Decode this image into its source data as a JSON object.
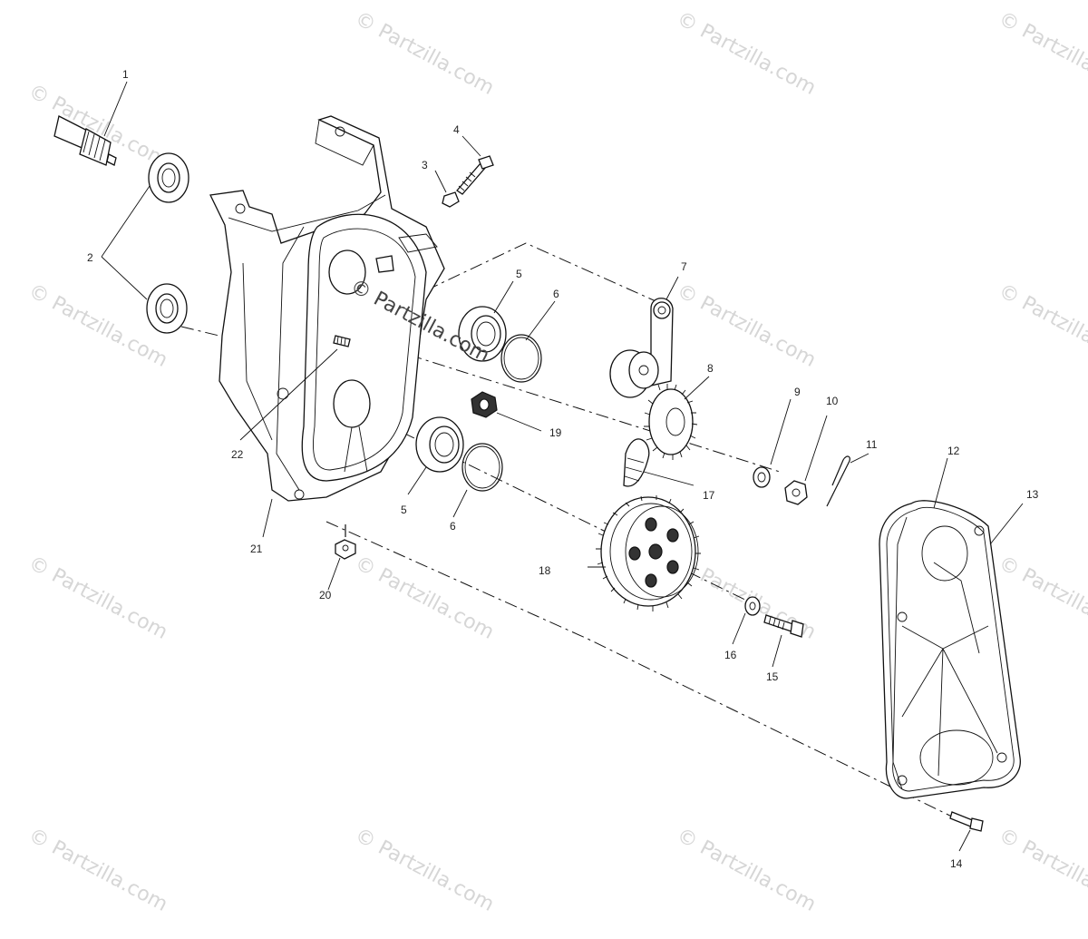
{
  "watermark": {
    "text": "© Partzilla.com",
    "center_text": "© Partzilla.com"
  },
  "callouts": [
    "1",
    "2",
    "3",
    "4",
    "5",
    "6",
    "7",
    "8",
    "9",
    "10",
    "11",
    "12",
    "13",
    "14",
    "15",
    "16",
    "17",
    "18",
    "19",
    "20",
    "21",
    "22",
    "5",
    "6"
  ]
}
